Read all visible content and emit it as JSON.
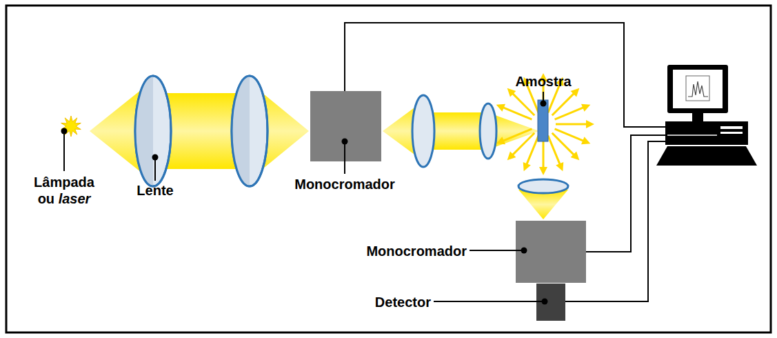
{
  "diagram": {
    "labels": [
      "Amostra",
      "Lâmpada ou laser",
      "Lente",
      "Monocromador",
      "Monocromador",
      "Detector"
    ]
  }
}
